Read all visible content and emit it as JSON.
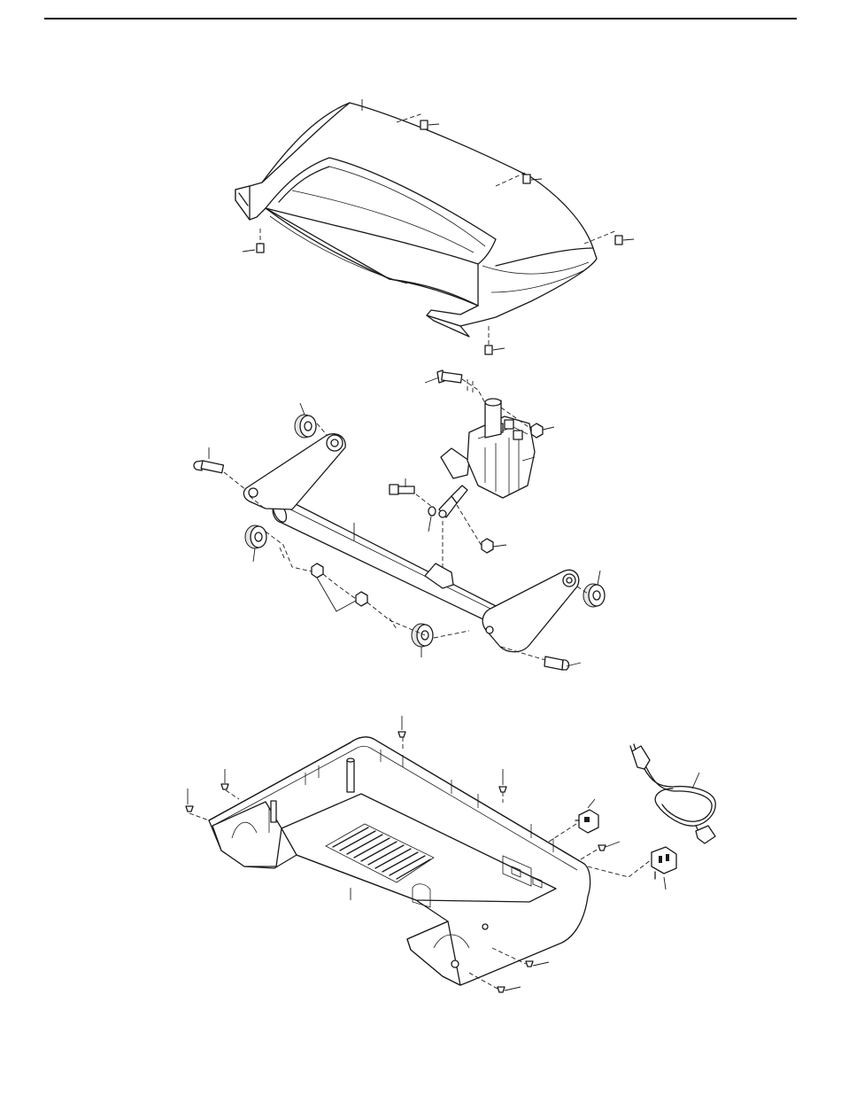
{
  "page": {
    "rule_color": "#000000",
    "line_color": "#1a1a1a"
  },
  "assemblies": [
    {
      "name": "motor-hood",
      "part_label_count": 0
    },
    {
      "name": "incline-frame",
      "part_label_count": 0
    },
    {
      "name": "base-pan",
      "part_label_count": 0
    }
  ]
}
